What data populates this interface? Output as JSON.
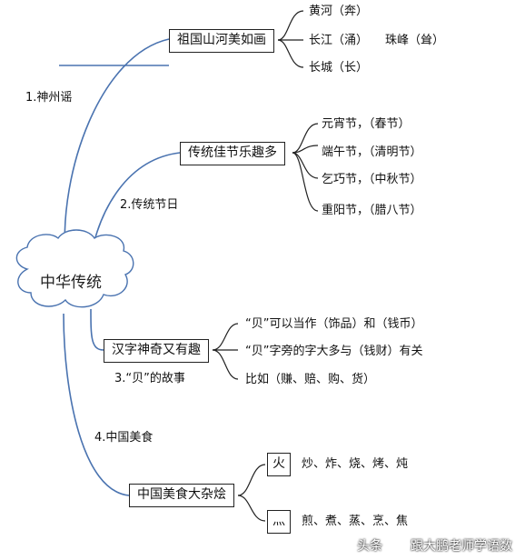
{
  "center": {
    "label": "中华传统"
  },
  "branches": [
    {
      "branch_label": "1.神州谣",
      "box_label": "祖国山河美如画",
      "items": [
        "黄河（奔）",
        "长江（涌）",
        "珠峰（耸）",
        "长城（长）"
      ]
    },
    {
      "branch_label": "2.传统节日",
      "box_label": "传统佳节乐趣多",
      "items": [
        "元宵节，（春节）",
        "端午节，（清明节）",
        "乞巧节，（中秋节）",
        "重阳节，（腊八节）"
      ]
    },
    {
      "branch_label": "3.“贝”的故事",
      "box_label": "汉字神奇又有趣",
      "items": [
        "“贝”可以当作（饰品）和（钱币）",
        "“贝”字旁的字大多与（钱财）有关",
        "比如（赚、赔、购、货）"
      ]
    },
    {
      "branch_label": "4.中国美食",
      "box_label": "中国美食大杂烩",
      "sub_groups": [
        {
          "key": "火",
          "items": "炒、炸、烧、烤、炖"
        },
        {
          "key": "灬",
          "items": "煎、煮、蒸、烹、焦"
        }
      ]
    }
  ],
  "watermark": {
    "prefix": "头条",
    "author": "跟大鹏老师学语数"
  }
}
